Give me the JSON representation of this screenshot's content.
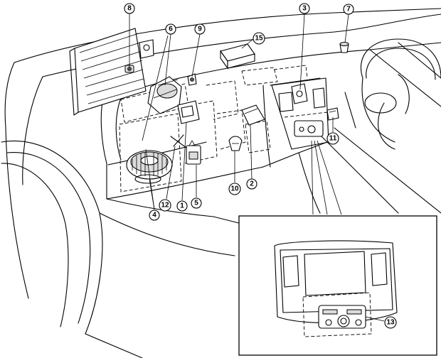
{
  "callouts": {
    "c1": "1",
    "c2": "2",
    "c3": "3",
    "c4": "4",
    "c5": "5",
    "c6": "6",
    "c7": "7",
    "c8": "8",
    "c9": "9",
    "c10": "10",
    "c11": "11",
    "c12": "12",
    "c13": "13",
    "c15": "15"
  }
}
